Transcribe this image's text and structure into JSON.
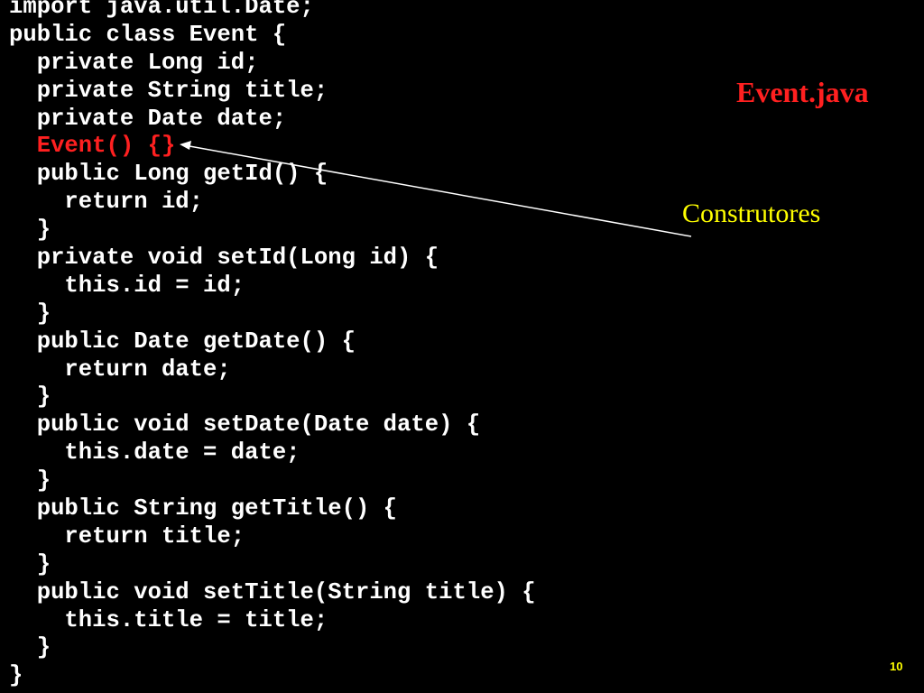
{
  "slide": {
    "title": "Event.java",
    "annotation": "Construtores",
    "page_number": "10",
    "colors": {
      "background": "#000000",
      "code_text": "#ffffff",
      "highlight": "#ff2020",
      "annotation": "#ffff00",
      "page_number": "#ffff00",
      "arrow": "#ffffff"
    }
  },
  "code": {
    "lines": [
      "import java.util.Date;",
      "public class Event {",
      "  private Long id;",
      "  private String title;",
      "  private Date date;",
      "  Event() {}",
      "  public Long getId() {",
      "    return id;",
      "  }",
      "  private void setId(Long id) {",
      "    this.id = id;",
      "  }",
      "  public Date getDate() {",
      "    return date;",
      "  }",
      "  public void setDate(Date date) {",
      "    this.date = date;",
      "  }",
      "  public String getTitle() {",
      "    return title;",
      "  }",
      "  public void setTitle(String title) {",
      "    this.title = title;",
      "  }",
      "}"
    ],
    "highlighted_line": "  Event() {}"
  }
}
